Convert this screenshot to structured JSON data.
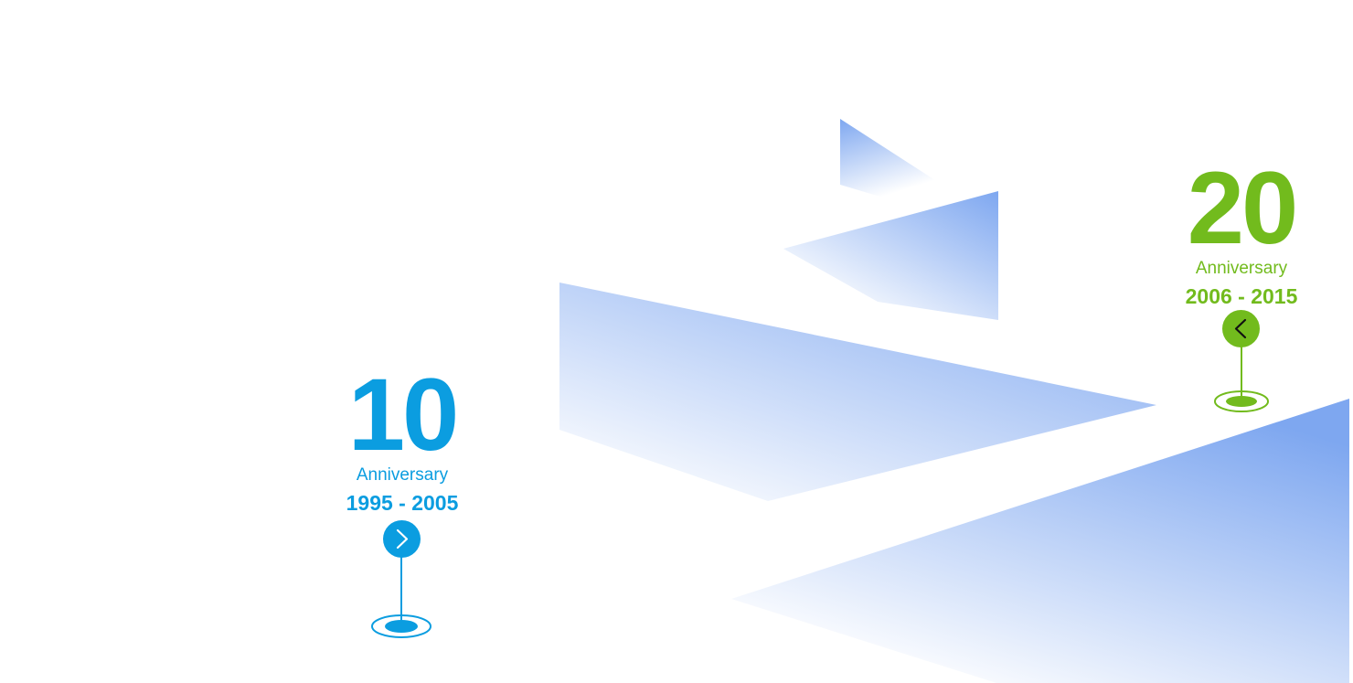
{
  "milestones": [
    {
      "number": "10",
      "label": "Anniversary",
      "years": "1995 - 2005",
      "color": "#0b9de0",
      "nav_icon": "chevron-right-icon"
    },
    {
      "number": "20",
      "label": "Anniversary",
      "years": "2006 - 2015",
      "color": "#72bb1d",
      "nav_icon": "chevron-left-icon"
    }
  ],
  "background": {
    "shape_color_strong": "#7ea7f0",
    "shape_color_light": "#ffffff"
  }
}
